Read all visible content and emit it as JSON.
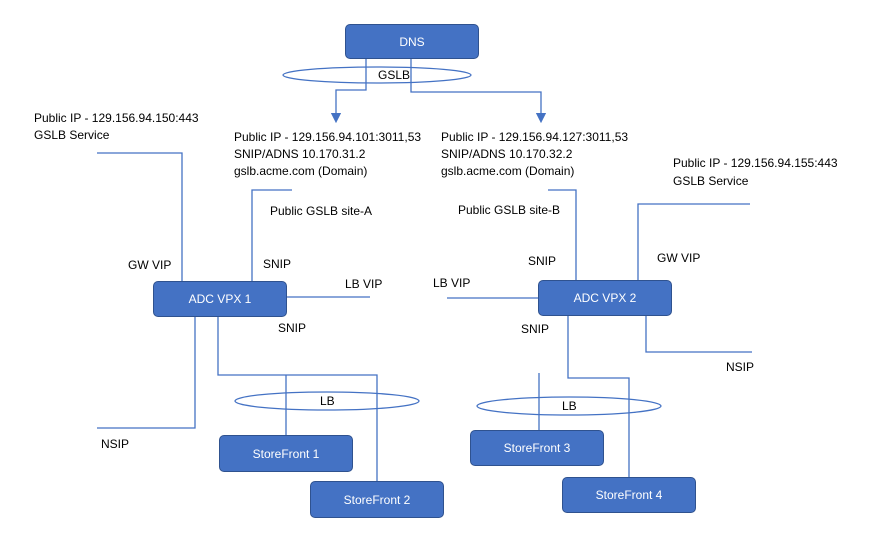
{
  "nodes": {
    "dns": "DNS",
    "adc1": "ADC VPX 1",
    "adc2": "ADC VPX 2",
    "sf1": "StoreFront 1",
    "sf2": "StoreFront 2",
    "sf3": "StoreFront 3",
    "sf4": "StoreFront 4"
  },
  "rings": {
    "gslb": "GSLB",
    "lb1": "LB",
    "lb2": "LB"
  },
  "labels": {
    "left_service_ip": "Public IP - 129.156.94.150:443",
    "left_service_name": "GSLB Service",
    "site_a_ip": "Public IP - 129.156.94.101:3011,53",
    "site_a_snip": "SNIP/ADNS 10.170.31.2",
    "site_a_domain": "gslb.acme.com (Domain)",
    "site_a_name": "Public GSLB site-A",
    "site_b_ip": "Public IP - 129.156.94.127:3011,53",
    "site_b_snip": "SNIP/ADNS 10.170.32.2",
    "site_b_domain": "gslb.acme.com (Domain)",
    "site_b_name": "Public GSLB site-B",
    "right_service_ip": "Public IP - 129.156.94.155:443",
    "right_service_name": "GSLB Service",
    "gw_vip_1": "GW VIP",
    "snip_1a": "SNIP",
    "lb_vip_1": "LB VIP",
    "snip_1b": "SNIP",
    "nsip_1": "NSIP",
    "lb_vip_2": "LB VIP",
    "snip_2a": "SNIP",
    "gw_vip_2": "GW VIP",
    "snip_2b": "SNIP",
    "nsip_2": "NSIP"
  },
  "colors": {
    "box_fill": "#4472c4",
    "box_border": "#2f528f",
    "connector": "#4472c4"
  }
}
